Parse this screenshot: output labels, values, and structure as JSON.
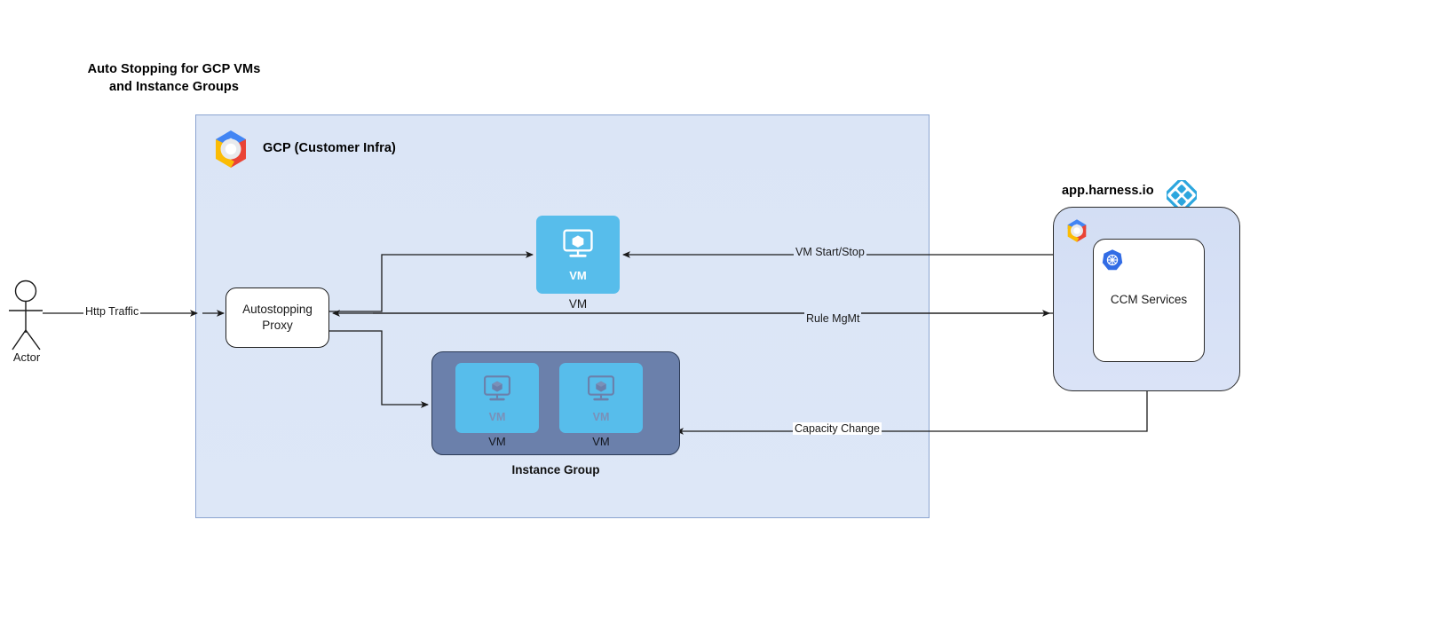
{
  "title": {
    "line1": "Auto Stopping for GCP VMs",
    "line2": "and Instance Groups"
  },
  "gcp_container": {
    "label": "GCP (Customer Infra)",
    "logo_icon": "gcp-logo-icon"
  },
  "actor": {
    "label": "Actor",
    "icon": "actor-stick-figure-icon"
  },
  "proxy": {
    "line1": "Autostopping",
    "line2": "Proxy"
  },
  "vm_node": {
    "tile_label": "VM",
    "caption": "VM",
    "icon": "vm-monitor-cube-icon"
  },
  "instance_group": {
    "caption": "Instance Group",
    "vms": [
      {
        "tile_label": "VM",
        "caption": "VM",
        "icon": "vm-monitor-cube-icon"
      },
      {
        "tile_label": "VM",
        "caption": "VM",
        "icon": "vm-monitor-cube-icon"
      }
    ]
  },
  "harness": {
    "label": "app.harness.io",
    "logo_icon": "harness-diamond-logo-icon",
    "gcp_logo_icon": "gcp-logo-icon",
    "ccm_services": {
      "label": "CCM Services",
      "icon": "kubernetes-helm-icon"
    }
  },
  "edges": [
    {
      "name": "http-traffic",
      "label": "Http Traffic"
    },
    {
      "name": "vm-start-stop",
      "label": "VM Start/Stop"
    },
    {
      "name": "rule-mgmt",
      "label": "Rule MgMt"
    },
    {
      "name": "capacity-change",
      "label": "Capacity Change"
    }
  ],
  "colors": {
    "gcp_container_bg": "#dce6f7",
    "gcp_container_border": "#8ba4d0",
    "vm_tile": "#57bdeb",
    "instance_group_bg": "#6b80ab",
    "harness_panel_bg": "#d6e0f5",
    "harness_blue": "#2ca6de",
    "kubernetes_blue": "#326ce5",
    "line": "#1a1a1a"
  }
}
